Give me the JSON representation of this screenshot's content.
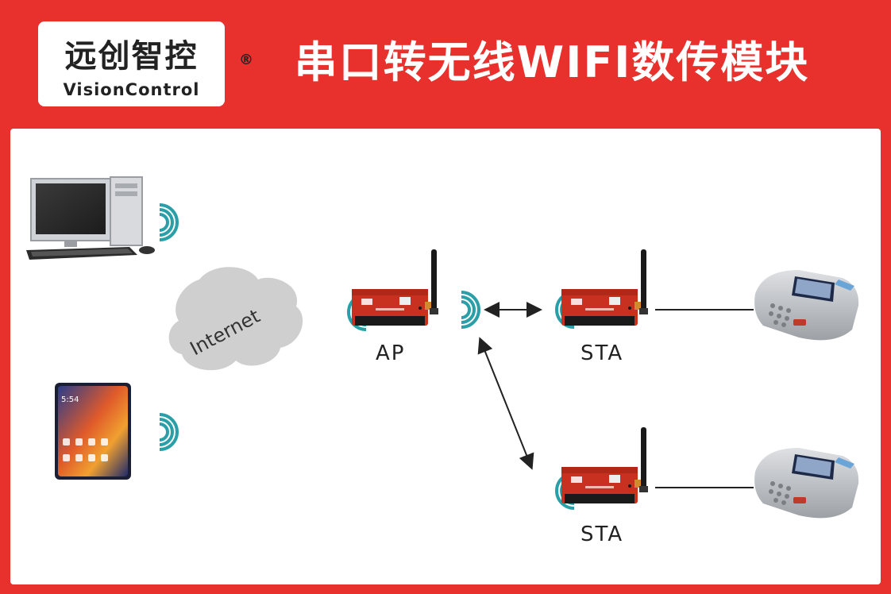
{
  "logo": {
    "chinese_name": "远创智控",
    "english_name": "VisionControl",
    "registered_mark": "®"
  },
  "title": "串口转无线WIFI数传模块",
  "labels": {
    "cloud": "Internet",
    "ap": "AP",
    "sta_top": "STA",
    "sta_bottom": "STA"
  },
  "phone": {
    "time": "5:54"
  },
  "colors": {
    "brand_red": "#e8302d",
    "signal_teal": "#2a9fa8",
    "cloud_gray": "#cfcfcf",
    "device_red": "#c8311f",
    "terminal_silver": "#b9bcc0"
  },
  "icons": [
    "desktop-computer-icon",
    "tablet-icon",
    "wifi-signal-icon",
    "cloud-icon",
    "wifi-module-icon",
    "antenna-icon",
    "card-terminal-icon",
    "double-arrow-icon"
  ]
}
